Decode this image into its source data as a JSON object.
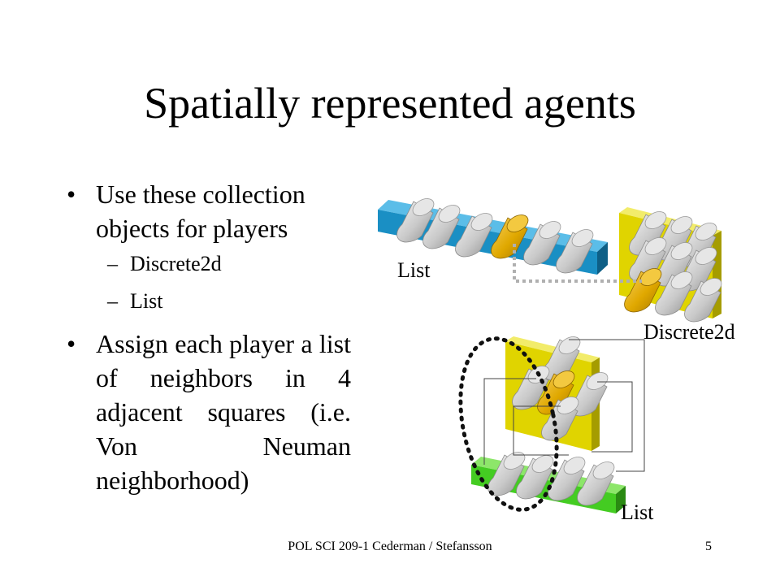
{
  "slide": {
    "title": "Spatially represented agents",
    "bullets": [
      "Use these collection objects for players",
      "Assign each player a list of neighbors in 4 adjacent squares (i.e. Von Neuman neighborhood)"
    ],
    "subbullets": [
      "Discrete2d",
      "List"
    ],
    "bullet_glyph": "•",
    "dash_glyph": "–"
  },
  "diagram": {
    "label_list_top": "List",
    "label_discrete2d": "Discrete2d",
    "label_list_bottom": "List",
    "colors": {
      "list_top": "#1a8fc4",
      "grid_top": "#e0d400",
      "grid_bottom": "#e0d400",
      "list_bottom": "#44cc22",
      "cylinder": "#c9c9c9",
      "highlight": "#e0a800"
    }
  },
  "footer": {
    "course": "POL SCI 209-1 Cederman / Stefansson",
    "page": "5"
  }
}
